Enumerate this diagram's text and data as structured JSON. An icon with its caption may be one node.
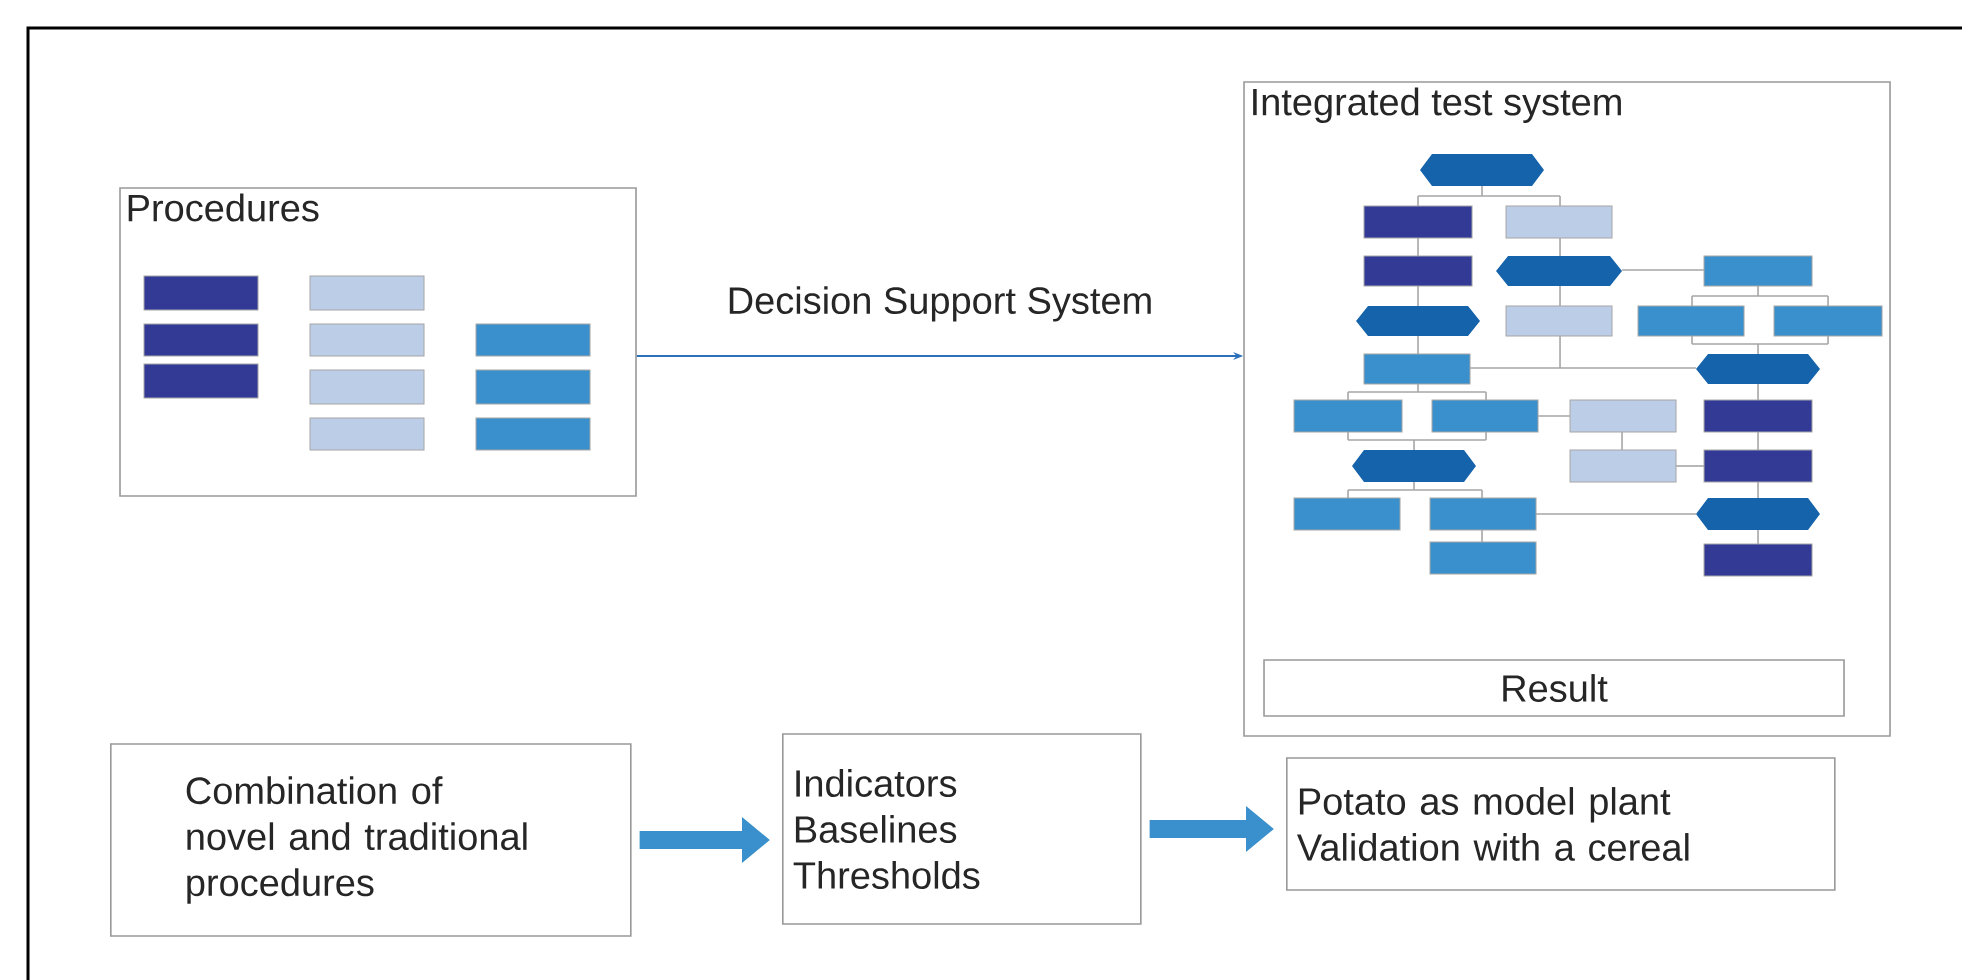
{
  "diagram": {
    "nodes": [
      {
        "text": [
          "Procedures"
        ]
      },
      {
        "text": [
          "Integrated test system"
        ]
      },
      {
        "text": [
          "Result"
        ],
        "in": 1
      },
      {
        "text": [
          "Combination of novel and traditional procedures"
        ]
      },
      {
        "text": [
          "Indicators",
          "Baselines",
          "Thresholds"
        ]
      },
      {
        "text": [
          "Potato as model plant",
          "Validation with a cereal"
        ]
      }
    ],
    "edges": [
      {
        "from": 0,
        "to": 1,
        "arrow": "to",
        "label": "Decision Support System",
        "color": "#2a6fba"
      },
      {
        "from": 3,
        "to": 4,
        "arrow": "to"
      },
      {
        "from": 4,
        "to": 5,
        "arrow": "to"
      }
    ]
  }
}
